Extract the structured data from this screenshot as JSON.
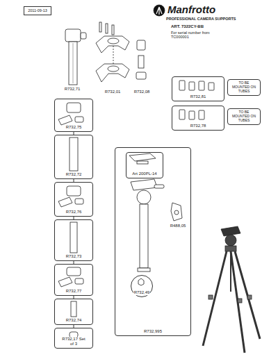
{
  "diagram": {
    "title": "ART. 7322CY-BB",
    "nodes": [
      {
        "text": [
          "2011-09-13"
        ]
      },
      {
        "text": [
          "R732,75"
        ]
      },
      {
        "text": [
          "R732,72"
        ]
      },
      {
        "text": [
          "R732,76"
        ]
      },
      {
        "text": [
          "R732,73"
        ]
      },
      {
        "text": [
          "R732,77"
        ]
      },
      {
        "text": [
          "R732,74"
        ]
      },
      {
        "text": [
          "R732,17 Set of 3"
        ]
      },
      {
        "text": [
          "R732,81"
        ]
      },
      {
        "text": [
          "TO BE MOUNTED ON TUBES"
        ]
      },
      {
        "text": [
          "R732,78"
        ]
      },
      {
        "text": [
          "TO BE MOUNTED ON TUBES"
        ]
      },
      {
        "text": [
          "R732,995"
        ]
      },
      {
        "text": [
          "Art 200PL-14"
        ],
        "in": 12
      },
      {
        "text": [
          "R732,49"
        ],
        "in": 12
      }
    ],
    "edges": [
      {
        "from": 1,
        "to": 2,
        "arrow": "none"
      },
      {
        "from": 2,
        "to": 3,
        "arrow": "none"
      },
      {
        "from": 3,
        "to": 4,
        "arrow": "none"
      },
      {
        "from": 4,
        "to": 5,
        "arrow": "none"
      },
      {
        "from": 5,
        "to": 6,
        "arrow": "none"
      },
      {
        "from": 6,
        "to": 7,
        "arrow": "none"
      }
    ],
    "labels": [
      "Manfrotto",
      "PROFESSIONAL CAMERA SUPPORTS",
      "For serial number from TC000001",
      "R732,71",
      "R732,01",
      "R732,08",
      "R488,05"
    ]
  }
}
